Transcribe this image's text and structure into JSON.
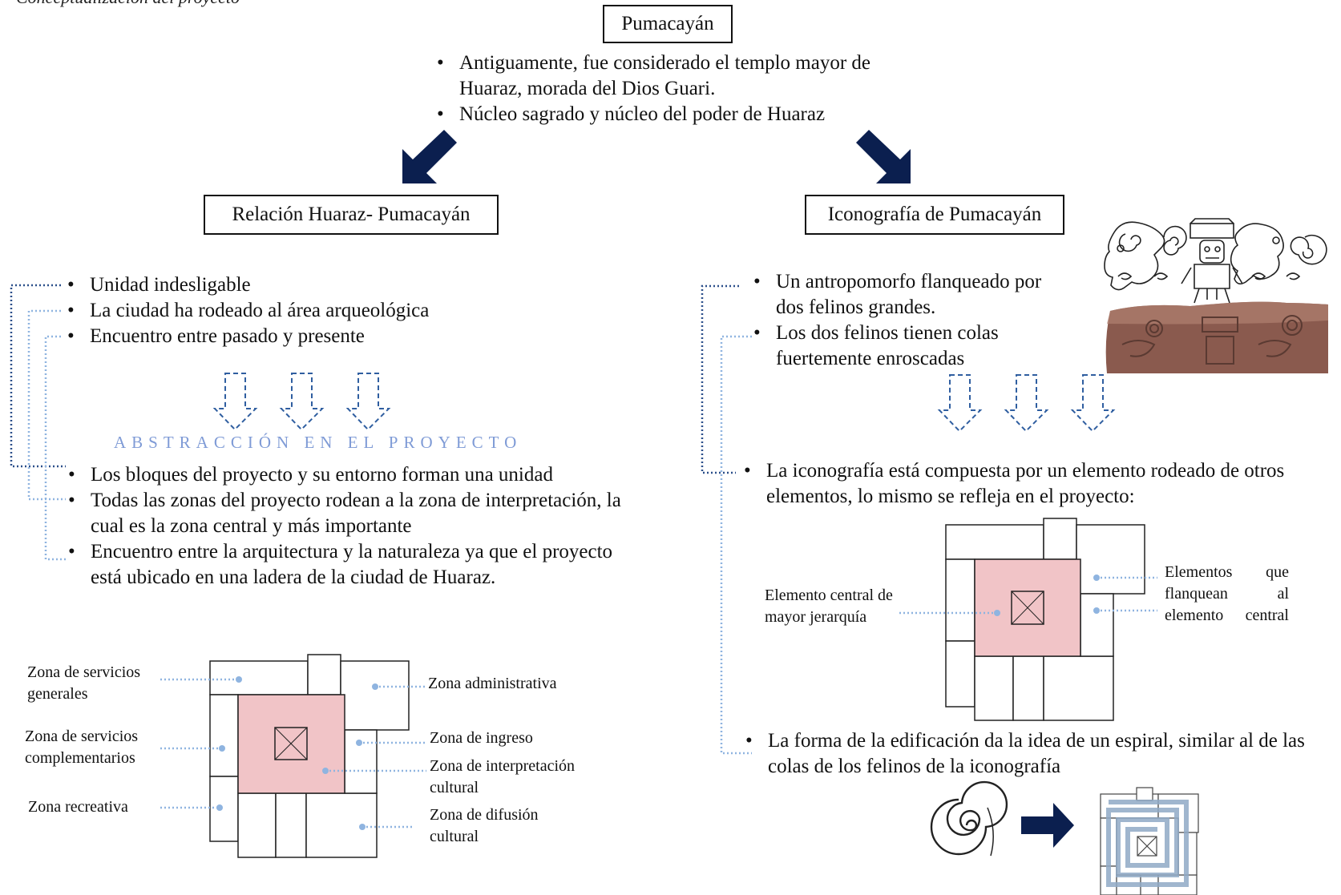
{
  "caption": "Conceptualización del proyecto",
  "top": {
    "title": "Pumacayán",
    "bullets": [
      "Antiguamente, fue considerado el templo mayor de Huaraz, morada del Dios Guari.",
      "Núcleo sagrado y núcleo del poder de Huaraz"
    ]
  },
  "left": {
    "title": "Relación Huaraz- Pumacayán",
    "bullets_top": [
      "Unidad indesligable",
      "La ciudad ha rodeado al área arqueológica",
      "Encuentro entre pasado y presente"
    ],
    "abstraction": "ABSTRACCIÓN EN EL PROYECTO",
    "bullets_bottom": [
      "Los bloques del proyecto y su entorno forman una unidad",
      "Todas las zonas del proyecto rodean a la zona de interpretación, la cual es la zona central y más importante",
      "Encuentro entre la arquitectura y la naturaleza ya que el proyecto está ubicado en una ladera de la ciudad de Huaraz."
    ],
    "zones": {
      "servicios_generales": "Zona de servicios generales",
      "servicios_complementarios": "Zona de servicios complementarios",
      "recreativa": "Zona recreativa",
      "administrativa": "Zona administrativa",
      "ingreso": "Zona de ingreso",
      "interpretacion": "Zona de interpretación cultural",
      "difusion": "Zona de difusión cultural"
    }
  },
  "right": {
    "title": "Iconografía de Pumacayán",
    "bullets_top": [
      "Un antropomorfo flanqueado por dos felinos grandes.",
      "Los dos felinos tienen colas fuertemente enroscadas"
    ],
    "bullet_middle": "La iconografía está compuesta por un elemento rodeado de otros elementos, lo mismo se refleja en el proyecto:",
    "central_label": "Elemento central de mayor jerarquía",
    "flank_label": "Elementos que flanquean al elemento central",
    "bullet_bottom": "La forma de la edificación da la idea de un espiral, similar al de las colas de los felinos de la iconografía"
  },
  "colors": {
    "arrow": "#0b1f4f",
    "dotted": "#8fb4e0",
    "dotted_dark": "#2b4f8a",
    "pink": "#f1c4c7",
    "spiral": "#8fa9c6"
  }
}
